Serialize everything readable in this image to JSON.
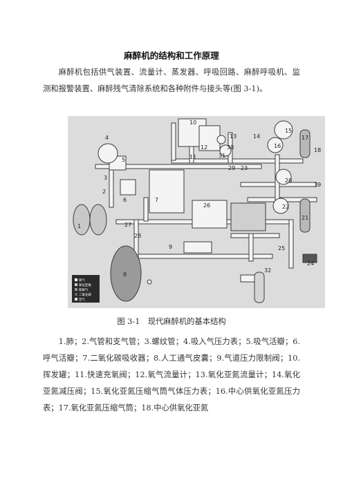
{
  "document": {
    "title": "麻醉机的结构和工作原理",
    "intro": "麻醉机包括供气装置、流量计、蒸发器、呼吸回路、麻醉呼吸机、监测和报警装置、麻醉残气清除系统和各种附件与接头等(图 3-1)。",
    "figure": {
      "caption": "图 3-1　现代麻醉机的基本结构",
      "numbers": [
        "1",
        "2",
        "3",
        "4",
        "5",
        "6",
        "7",
        "8",
        "9",
        "10",
        "11",
        "12",
        "13",
        "14",
        "15",
        "16",
        "17",
        "18",
        "19",
        "20",
        "21",
        "22",
        "23",
        "24",
        "25",
        "26",
        "27",
        "28",
        "29",
        "30",
        "31",
        "32"
      ],
      "legend": [
        "氧气",
        "氧化亚氮",
        "新鲜气",
        "二氧化碳",
        "空气"
      ]
    },
    "legend_text": "1.肺；2.气管和支气管；3.螺纹管；4.吸入气压力表；5.吸气活瓣；6.呼气活瓣；7.二氧化碳吸收器；8.人工通气皮囊；9.气道压力限制阀；10.挥发罐；11.快速充氧阀；12.氧气流量计；13.氧化亚氮流量计；14.氧化亚氮减压阀；15.氧化亚氮压缩气筒气体压力表；16.中心供氧化亚氮压力表；17.氧化亚氮压缩气筒；18.中心供氧化亚氮"
  },
  "colors": {
    "pipe": "#f4f4f4",
    "pipe_edge": "#3a3a3a",
    "background": "#dcdcdc"
  }
}
